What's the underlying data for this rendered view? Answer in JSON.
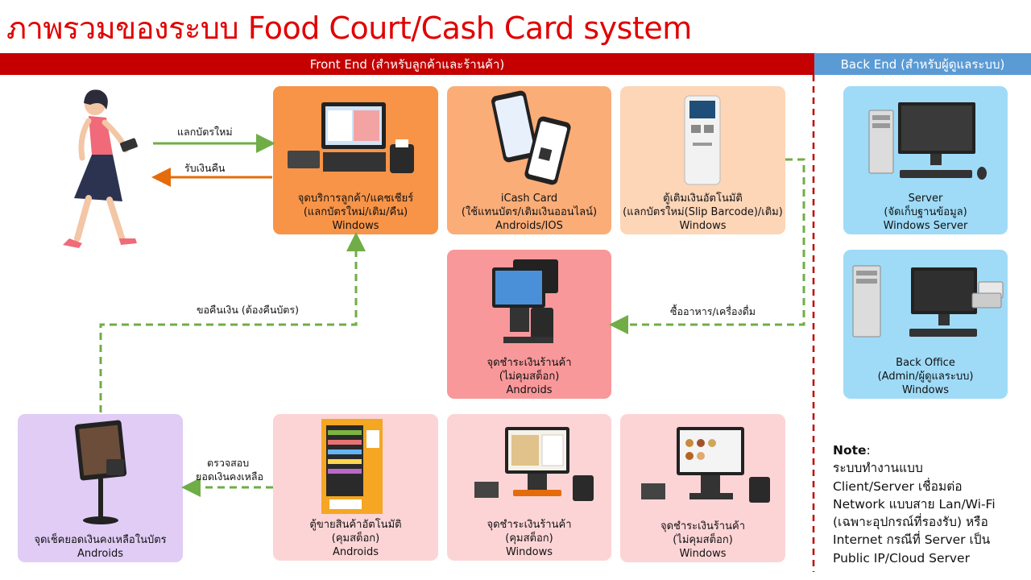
{
  "title": "ภาพรวมของระบบ Food Court/Cash Card system",
  "sections": {
    "front_end": "Front End (สำหรับลูกค้าและร้านค้า)",
    "back_end": "Back End (สำหรับผู้ดูแลระบบ)"
  },
  "arrows": {
    "exchange": "แลกบัตรใหม่",
    "refund": "รับเงินคืน",
    "claim": "ขอคืนเงิน (ต้องคืนบัตร)",
    "buy": "ซื้ออาหาร/เครื่องดื่ม",
    "check_line1": "ตรวจสอบ",
    "check_line2": "ยอดเงินคงเหลือ"
  },
  "nodes": {
    "cashier": {
      "line1": "จุดบริการลูกค้า/แคชเชียร์",
      "line2": "(แลกบัตรใหม่/เติม/คืน)",
      "line3": "Windows"
    },
    "icash": {
      "line1": "iCash Card",
      "line2": "(ใช้แทนบัตร/เติมเงินออนไลน์)",
      "line3": "Androids/IOS"
    },
    "kiosk": {
      "line1": "ตู้เติมเงินอัตโนมัติ",
      "line2": "(แลกบัตรใหม่(Slip Barcode)/เติม)",
      "line3": "Windows"
    },
    "pos_center": {
      "line1": "จุดชำระเงินร้านค้า",
      "line2": "(ไม่คุมสต็อก)",
      "line3": "Androids"
    },
    "checker": {
      "line1": "จุดเช็คยอดเงินคงเหลือในบัตร",
      "line2": "Androids"
    },
    "vending": {
      "line1": "ตู้ขายสินค้าอัตโนมัติ",
      "line2": "(คุมสต็อก)",
      "line3": "Androids"
    },
    "pos_stock": {
      "line1": "จุดชำระเงินร้านค้า",
      "line2": "(คุมสต็อก)",
      "line3": "Windows"
    },
    "pos_nostock": {
      "line1": "จุดชำระเงินร้านค้า",
      "line2": "(ไม่คุมสต็อก)",
      "line3": "Windows"
    },
    "server": {
      "line1": "Server",
      "line2": "(จัดเก็บฐานข้อมูล)",
      "line3": "Windows Server"
    },
    "backoffice": {
      "line1": "Back Office",
      "line2": "(Admin/ผู้ดูแลระบบ)",
      "line3": "Windows"
    }
  },
  "note": {
    "title": "Note",
    "lines": [
      "ระบบทำงานแบบ",
      "Client/Server เชื่อมต่อ",
      "Network แบบสาย Lan/Wi-Fi",
      "(เฉพาะอุปกรณ์ที่รองรับ) หรือ",
      "Internet กรณีที่ Server เป็น",
      "Public IP/Cloud Server"
    ]
  },
  "colors": {
    "title_red": "#e00000",
    "front_bar": "#c40000",
    "back_bar": "#5b9bd5",
    "arrow_green": "#70ad47",
    "arrow_orange": "#e46c0a",
    "divider": "#c00000"
  }
}
